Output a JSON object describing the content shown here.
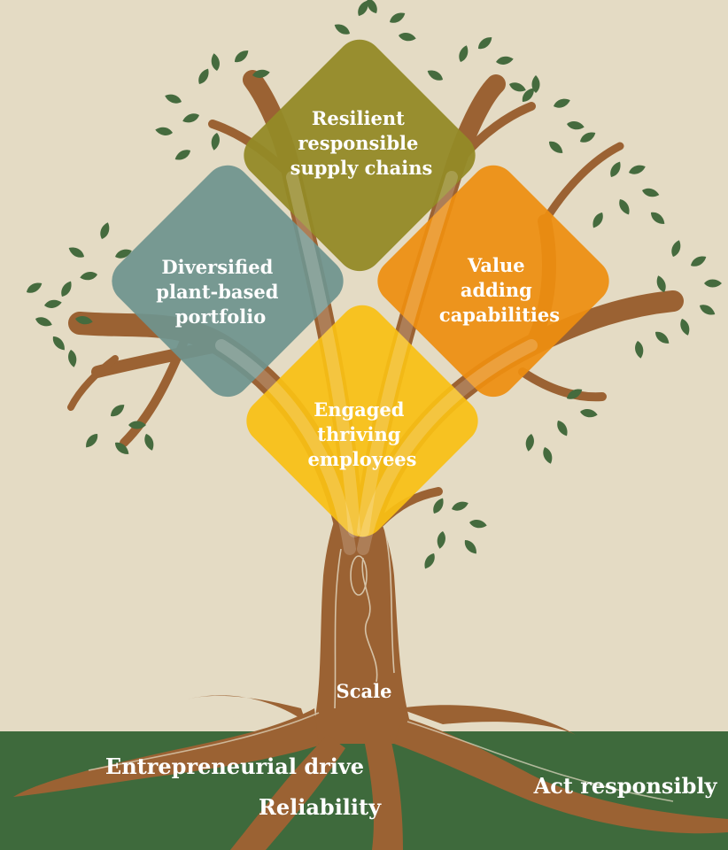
{
  "colors": {
    "background": "#e4dbc4",
    "ground": "#3e6a3c",
    "trunk": "#9b6233",
    "leaf": "#456b3e",
    "olive": "#948a27",
    "teal": "#6f938e",
    "orange": "#ee8e10",
    "yellow": "#f9bf14"
  },
  "pillars": [
    {
      "id": "supply-chains",
      "color": "olive",
      "lines": [
        "Resilient",
        "responsible",
        "supply chains"
      ]
    },
    {
      "id": "portfolio",
      "color": "teal",
      "lines": [
        "Diversified",
        "plant-based",
        "portfolio"
      ]
    },
    {
      "id": "capabilities",
      "color": "orange",
      "lines": [
        "Value",
        "adding",
        "capabilities"
      ]
    },
    {
      "id": "employees",
      "color": "yellow",
      "lines": [
        "Engaged",
        "thriving",
        "employees"
      ]
    }
  ],
  "roots": {
    "scale": "Scale",
    "entrepreneurial": "Entrepreneurial drive",
    "reliability": "Reliability",
    "responsibly": "Act responsibly"
  }
}
